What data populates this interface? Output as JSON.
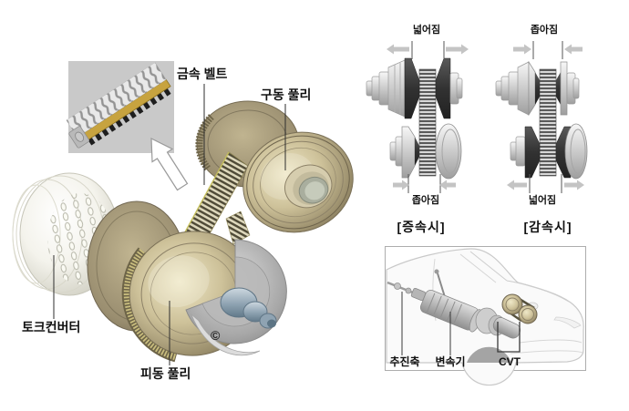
{
  "main_diagram": {
    "labels": {
      "metal_belt": "금속 벨트",
      "drive_pulley": "구동 풀리",
      "torque_converter": "토크컨버터",
      "driven_pulley": "피동 풀리"
    },
    "copyright_mark": "©"
  },
  "state_diagrams": {
    "accelerating": {
      "top_label": "넓어짐",
      "bottom_label": "좁아짐",
      "caption": "[증속시]"
    },
    "decelerating": {
      "top_label": "좁아짐",
      "bottom_label": "넓어짐",
      "caption": "[감속시]"
    }
  },
  "car_panel": {
    "labels": {
      "propeller_shaft": "추진축",
      "transmission": "변속기",
      "cvt": "CVT"
    }
  },
  "colors": {
    "background": "#ffffff",
    "brass_light": "#e6dcb8",
    "brass_mid": "#b3a67e",
    "brass_dark": "#6e644c",
    "converter_white": "#f4f3ec",
    "dark_sheave": "#3a3a3a",
    "arrow_gray": "#c4c4c4",
    "inset_box_gray": "#c9c9c9",
    "panel_border": "#adadad",
    "text": "#111111"
  }
}
